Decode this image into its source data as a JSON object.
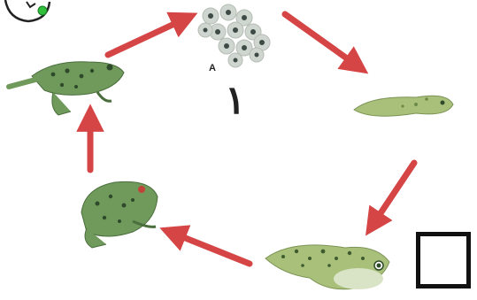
{
  "diagram": {
    "stage_label": "A",
    "stage_number": "١",
    "colors": {
      "arrow": "#d64545",
      "frog_green": "#6f9a5b",
      "frog_spot": "#2f4a2a",
      "tadpole": "#a9c07a",
      "egg": "#cfd6cf",
      "egg_dot": "#3d4a45"
    },
    "stages": [
      "eggs",
      "young-tadpole",
      "tadpole-with-legs",
      "froglet",
      "adult-frog"
    ]
  }
}
